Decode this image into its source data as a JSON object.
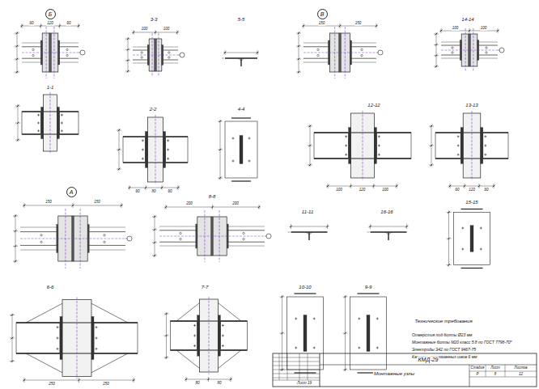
{
  "diagram": {
    "nodes": [
      {
        "text": [
          "Б"
        ]
      },
      {
        "text": [
          "В"
        ]
      },
      {
        "text": [
          "А"
        ]
      }
    ],
    "labels": [
      "3-3",
      "5-5",
      "14-14",
      "1-1",
      "2-2",
      "4-4",
      "12-12",
      "13-13",
      "8-8",
      "11-11",
      "16-16",
      "15-15",
      "6-6",
      "7-7",
      "10-10",
      "9-9",
      "Технические требования",
      "Отверстия под болты Ø23 мм",
      "Монтажные болты М20 класс 5.8 по ГОСТ 7798-70*",
      "Электроды Э42 по ГОСТ 9467-75",
      "Катеты непоказанных швов 6 мм",
      "КМД-29",
      "Монтажные узлы",
      "Лист 19",
      "Стадия",
      "Лист",
      "Листов",
      "Р",
      "8",
      "12",
      "",
      "60",
      "120",
      "60",
      "100",
      "100",
      "150",
      "150",
      "100",
      "100",
      "60",
      "80",
      "60",
      "100",
      "120",
      "100",
      "60",
      "120",
      "60",
      "150",
      "150",
      "200",
      "200",
      "250",
      "250",
      "80",
      "80"
    ]
  }
}
